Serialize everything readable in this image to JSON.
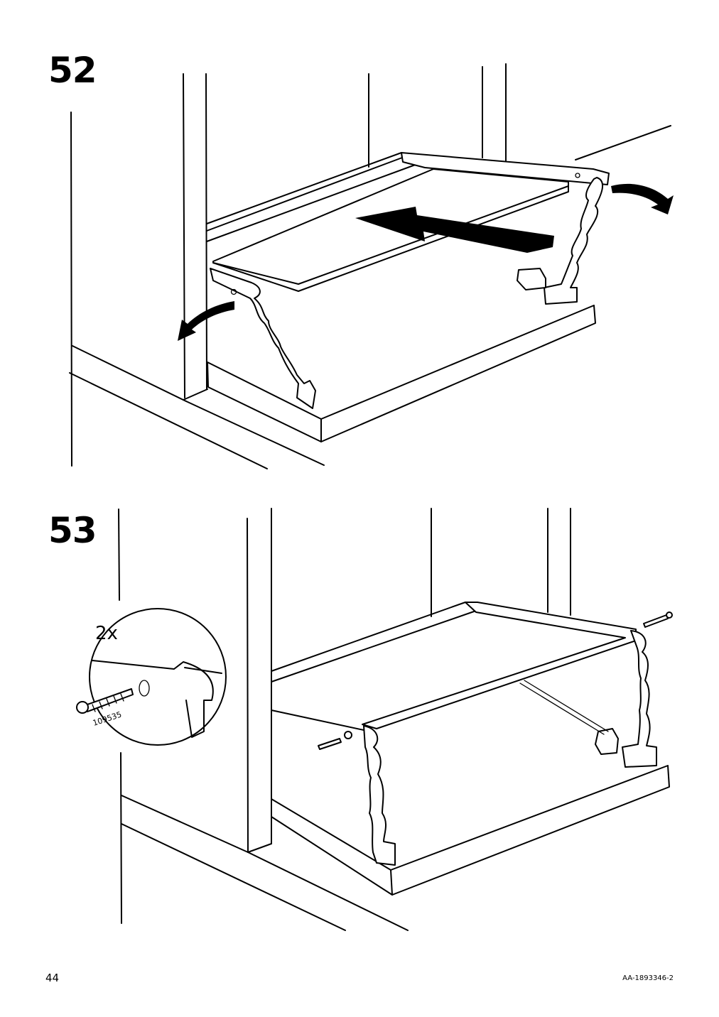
{
  "steps": [
    {
      "number": "52"
    },
    {
      "number": "53",
      "callout": {
        "quantity": "2x",
        "part_number": "109535"
      }
    }
  ],
  "footer": {
    "page_number": "44",
    "document_code": "AA-1893346-2"
  }
}
